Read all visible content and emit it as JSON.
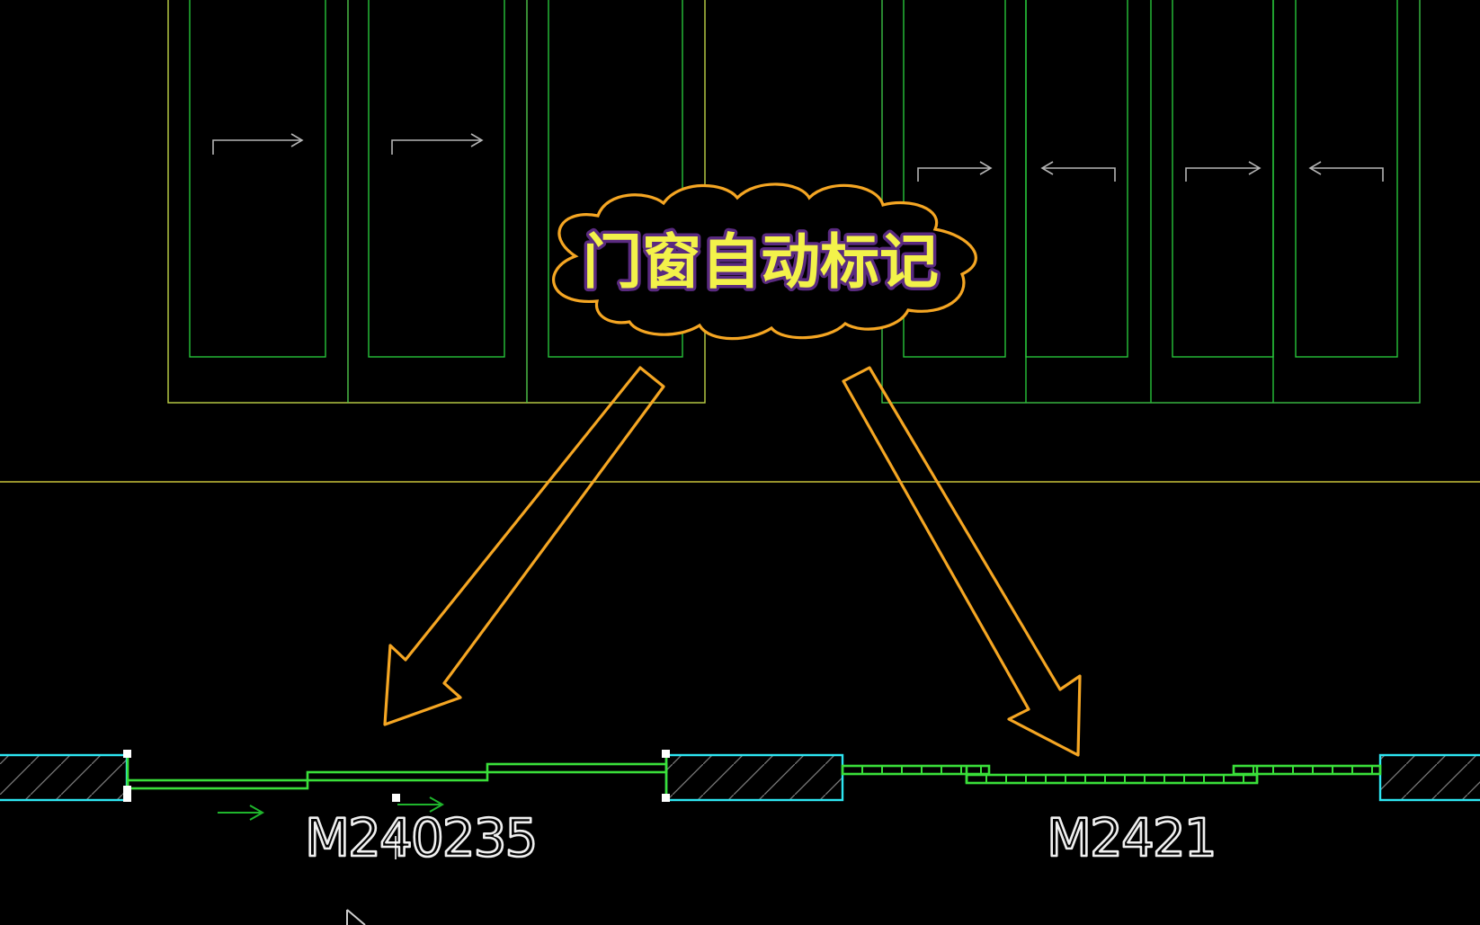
{
  "callout": {
    "label": "门窗自动标记",
    "icon": "cloud-callout",
    "outline_color": "#f5a623",
    "text_color": "#f3f24a",
    "text_stroke_color": "#5a2a80"
  },
  "door_tags": [
    {
      "label": "M240235"
    },
    {
      "label": "M2421"
    }
  ],
  "colors": {
    "background": "#000000",
    "frame_yellow_green": "#bfd447",
    "frame_green": "#27c33a",
    "opening_arrow_gray": "#b5b5b5",
    "wall_cyan": "#2ee6f2",
    "door_plan_green": "#3adf3a",
    "grip_white": "#ffffff",
    "pointer_arrow_orange": "#f5a623"
  },
  "icons": {
    "left_arrow": "pointer-arrow-down-left",
    "right_arrow": "pointer-arrow-down-right",
    "grip": "grip-square",
    "cursor": "cursor-arrow"
  }
}
